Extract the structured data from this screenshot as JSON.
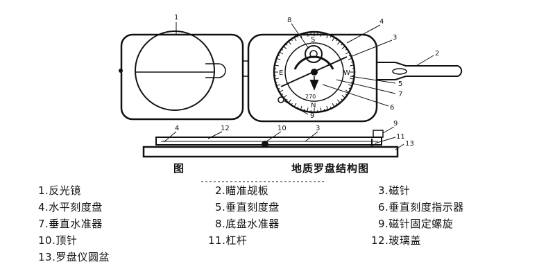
{
  "diagram": {
    "labels": {
      "n1": "1",
      "n2": "2",
      "n3": "3",
      "n4": "4",
      "n5": "5",
      "n6": "6",
      "n7": "7",
      "n8": "8",
      "n9": "9",
      "s4": "4",
      "s12": "12",
      "s10": "10",
      "s3": "3",
      "s9": "9",
      "s11": "11",
      "s13": "13"
    },
    "dial": {
      "n270": "270",
      "s": "S",
      "e": "E",
      "w": "W",
      "n": "N"
    },
    "caption_left": "图",
    "caption_main": "地质罗盘结构图"
  },
  "legend": [
    {
      "text": "1.反光镜"
    },
    {
      "text": "2.瞄准觇板"
    },
    {
      "text": "3.磁针"
    },
    {
      "text": "4.水平刻度盘"
    },
    {
      "text": "5.垂直刻度盘"
    },
    {
      "text": "6.垂直刻度指示器"
    },
    {
      "text": "7.垂直水准器"
    },
    {
      "text": "8.底盘水准器"
    },
    {
      "text": "9.磁针固定螺旋"
    },
    {
      "text": "10.顶针"
    },
    {
      "text": "11.杠杆"
    },
    {
      "text": "12.玻璃盖"
    },
    {
      "text": "13.罗盘仪圆盆"
    }
  ]
}
